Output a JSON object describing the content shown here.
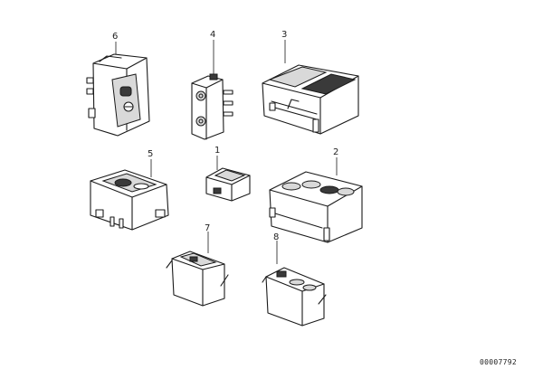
{
  "diagram": {
    "callouts": {
      "c1": "1",
      "c2": "2",
      "c3": "3",
      "c4": "4",
      "c5": "5",
      "c6": "6",
      "c7": "7",
      "c8": "8"
    },
    "document_number": "00007792"
  }
}
